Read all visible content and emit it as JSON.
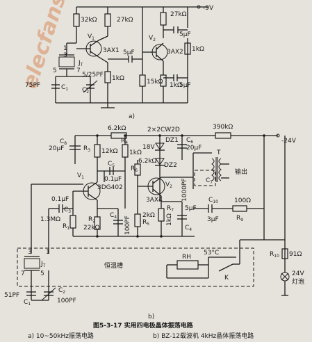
{
  "labels": {
    "r_top1": "32kΩ",
    "r_top2": "27kΩ",
    "r_top3": "27kΩ",
    "supply_a": "-9V",
    "v1_a": "V",
    "v1_a_sub": "1",
    "t1_a": "3AX1",
    "v2_a": "V",
    "v2_a_sub": "2",
    "t2_a": "3AX2",
    "c_5uf_a": "5μF",
    "c_coupling_a": "5μF",
    "r_1k_a": "1kΩ",
    "r_1k_b": "1kΩ",
    "r_15k_a": "15kΩ",
    "r_1k_c": "1kΩ",
    "c_5uf_b": "5μF",
    "jt_a": "J",
    "jt_a_sub": "T",
    "c_75pf": "75PF",
    "c1_a": "C",
    "c1_a_sub": "1",
    "c2_a": "C",
    "c2_a_sub": "2",
    "trim_a": "5/25PF",
    "pin1": "1",
    "pin3": "3",
    "pin5": "5",
    "pin7": "7",
    "caption_a": "a)",
    "r4_val": "6.2kΩ",
    "diodes": "2×2CW2D",
    "r_390k": "390kΩ",
    "supply_b": "-24V",
    "c8": "C",
    "c8_sub": "8",
    "c8_val": "20μF",
    "r3": "R",
    "r3_sub": "3",
    "r3_val": "12kΩ",
    "r4": "R",
    "r4_sub": "4",
    "r4_val2": "1kΩ",
    "v_18": "18V",
    "dz1": "DZ1",
    "dz2": "DZ2",
    "c6": "C",
    "c6_sub": "6",
    "c6_val": "20μF",
    "r6": "R",
    "r6_sub": "6",
    "t_label": "T",
    "output": "输出",
    "c5": "C",
    "c5_sub": "5",
    "c5_val": "0.1μF",
    "r6_val": "6.2kΩ",
    "v1_b": "V",
    "v1_b_sub": "1",
    "t1_b": "3DG402",
    "v2_b": "V",
    "v2_b_sub": "2",
    "t2_b": "3AX4",
    "c7": "C",
    "c7_sub": "7",
    "c7_val": "1000PF",
    "c3_val": "0.1μF",
    "c3": "C",
    "c3_sub": "3",
    "r1_val": "1.3MΩ",
    "r1": "R",
    "r1_sub": "1",
    "r2": "R",
    "r2_sub": "2",
    "r2_val": "22kΩ",
    "c4": "C",
    "c4_sub": "4",
    "c4_val": "100PF",
    "r5": "R",
    "r5_sub": "5",
    "r5_val": "2kΩ",
    "r7": "R",
    "r7_sub": "7",
    "r7_val": "1kΩ",
    "c4b_val": "5μF",
    "c4b": "C",
    "c4b_sub": "4",
    "c10": "C",
    "c10_sub": "10",
    "c10_val": "3μF",
    "r9_val": "100Ω",
    "r9": "R",
    "r9_sub": "9",
    "r10": "R",
    "r10_sub": "10",
    "r10_val": "91Ω",
    "lamp_v": "24V",
    "lamp": "灯泡",
    "oven": "恒温槽",
    "rh": "RH",
    "temp": "53°C",
    "k": "K",
    "jt_b": "J",
    "jt_b_sub": "T",
    "pin3b": "3",
    "pin1b": "1",
    "pin7b": "7",
    "pin5b": "5",
    "c1_b_val": "51PF",
    "c1_b": "C",
    "c1_b_sub": "1",
    "c2_b": "C",
    "c2_b_sub": "2",
    "c2_b_val": "100PF",
    "caption_b": "b)",
    "fig_title": "图5-3-17   实用四电极晶体振荡电路",
    "fig_sub_a": "a) 10~50kHz振荡电路",
    "fig_sub_b": "b) BZ-12载波机 4kHz晶体振荡电路",
    "watermark": "elecfans.com"
  }
}
